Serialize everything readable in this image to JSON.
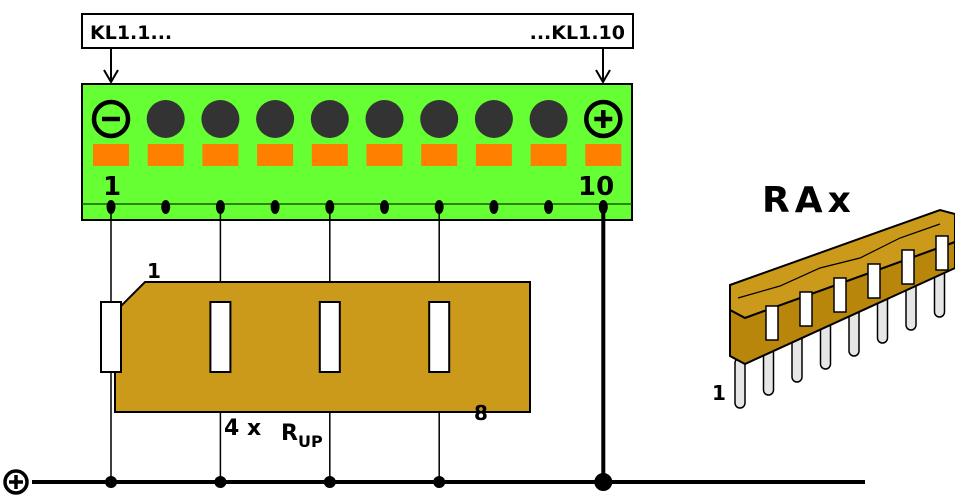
{
  "header": {
    "left_label": "KL1.1...",
    "right_label": "...KL1.10"
  },
  "terminal_block": {
    "pin_first_label": "1",
    "pin_last_label": "10",
    "minus_symbol": "minus-circle-icon",
    "plus_symbol": "plus-circle-icon",
    "slot_count": 10,
    "connected_slots": [
      1,
      3,
      5,
      7
    ],
    "supply_slot": 10
  },
  "resistor_network": {
    "pin_first_label": "1",
    "pin_last_label": "8",
    "count_label": "4 x",
    "resistor_label_main": "R",
    "resistor_label_sub": "UP"
  },
  "rax_part": {
    "title": "RAx",
    "pin_label": "1"
  },
  "bus": {
    "symbol": "plus-circle-icon"
  },
  "colors": {
    "terminal_green": "#66ff33",
    "terminal_orange": "#ff7f00",
    "terminal_hole": "#333333",
    "resistor_body": "#cc9a1a",
    "outline": "#000000"
  }
}
